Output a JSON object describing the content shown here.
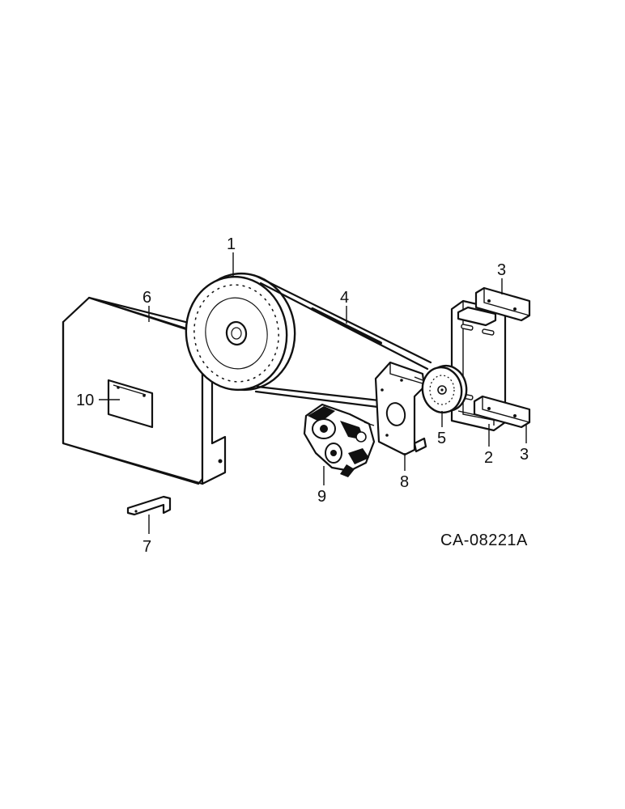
{
  "diagram": {
    "drawing_code": "CA-08221A",
    "callouts": [
      {
        "id": "1",
        "label": "1"
      },
      {
        "id": "2",
        "label": "2"
      },
      {
        "id": "3a",
        "label": "3"
      },
      {
        "id": "3b",
        "label": "3"
      },
      {
        "id": "4",
        "label": "4"
      },
      {
        "id": "5",
        "label": "5"
      },
      {
        "id": "6",
        "label": "6"
      },
      {
        "id": "7",
        "label": "7"
      },
      {
        "id": "8",
        "label": "8"
      },
      {
        "id": "9",
        "label": "9"
      },
      {
        "id": "10",
        "label": "10"
      }
    ]
  }
}
